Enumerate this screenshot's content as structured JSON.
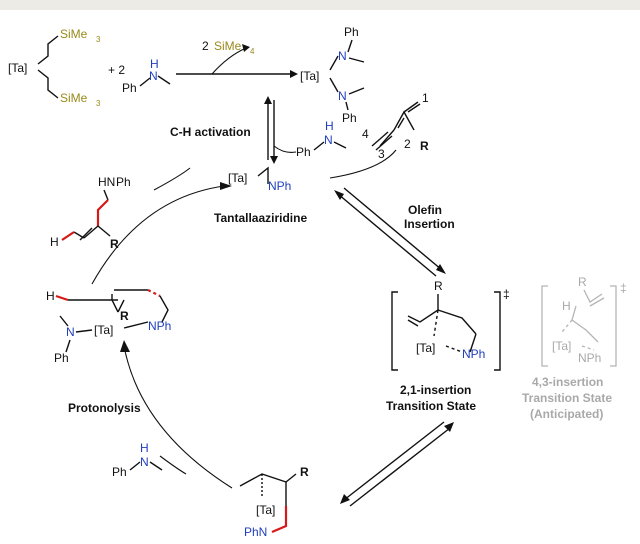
{
  "reagents": {
    "ta": "[Ta]",
    "sime3_top": "SiMe",
    "sime3_bottom": "SiMe",
    "sub3": "3",
    "plus": "+ 2",
    "ph": "Ph",
    "h": "H",
    "n": "N",
    "byproduct_prefix": "2",
    "byproduct_si": "SiMe",
    "byproduct_sub": "4"
  },
  "bisamide": {
    "ta": "[Ta]",
    "n": "N",
    "ph": "Ph"
  },
  "ch_activation": {
    "label": "C-H activation",
    "ph": "Ph",
    "h": "H",
    "n": "N"
  },
  "diene": {
    "c1": "1",
    "c2": "2",
    "c3": "3",
    "c4": "4",
    "r": "R"
  },
  "tantallaaziridine": {
    "ta": "[Ta]",
    "nph": "NPh",
    "name": "Tantallaaziridine"
  },
  "olefin_insertion": {
    "line1": "Olefin",
    "line2": "Insertion"
  },
  "ts21": {
    "r": "R",
    "ta": "[Ta]",
    "nph": "NPh",
    "dagger": "‡",
    "line1": "2,1-insertion",
    "line2": "Transition State"
  },
  "ts43": {
    "r": "R",
    "h": "H",
    "ta": "[Ta]",
    "nph": "NPh",
    "dagger": "‡",
    "line1": "4,3-insertion",
    "line2": "Transition State",
    "line3": "(Anticipated)"
  },
  "product": {
    "hn": "HN",
    "ph": "Ph",
    "h": "H",
    "r": "R"
  },
  "protonolysis_int": {
    "h": "H",
    "ta": "[Ta]",
    "r": "R",
    "n": "N",
    "ph": "Ph",
    "nph": "NPh"
  },
  "protonolysis": {
    "label": "Protonolysis",
    "ph": "Ph",
    "h": "H",
    "n": "N"
  },
  "metallacycle": {
    "ta": "[Ta]",
    "phn": "PhN",
    "r": "R"
  }
}
